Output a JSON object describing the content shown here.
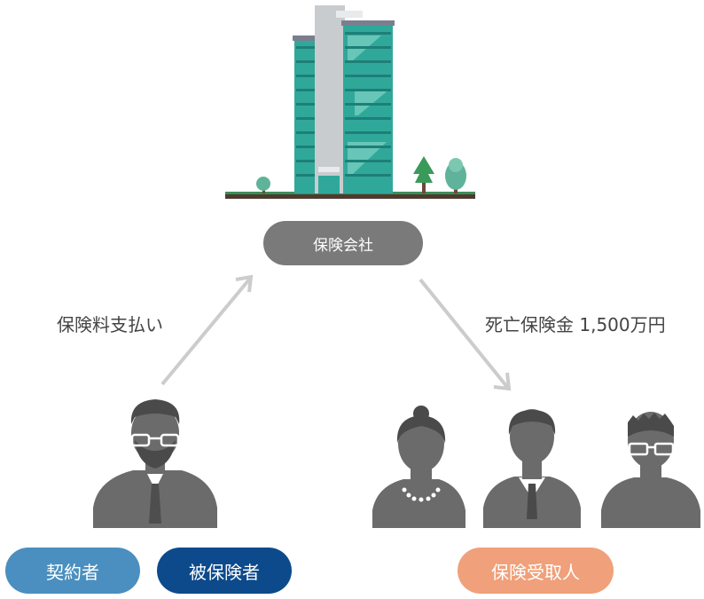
{
  "company": {
    "label": "保険会社"
  },
  "arrows": {
    "payment_label": "保険料支払い",
    "benefit_label": "死亡保険金 1,500万円"
  },
  "roles": {
    "contractor": "契約者",
    "insured": "被保険者",
    "beneficiary": "保険受取人"
  },
  "colors": {
    "company_pill": "#7a7a7a",
    "contractor_pill": "#4a8fbf",
    "insured_pill": "#0d4a8c",
    "beneficiary_pill": "#f0a07a",
    "person_icon": "#6b6b6b",
    "arrow": "#cccccc",
    "building_glass": "#2fa89a",
    "building_core": "#c9ccce"
  },
  "icons": {
    "building": "office-building-icon",
    "man_glasses_beard": "man-glasses-beard-icon",
    "woman": "woman-icon",
    "man_suit": "man-suit-icon",
    "boy_glasses": "boy-glasses-icon"
  }
}
